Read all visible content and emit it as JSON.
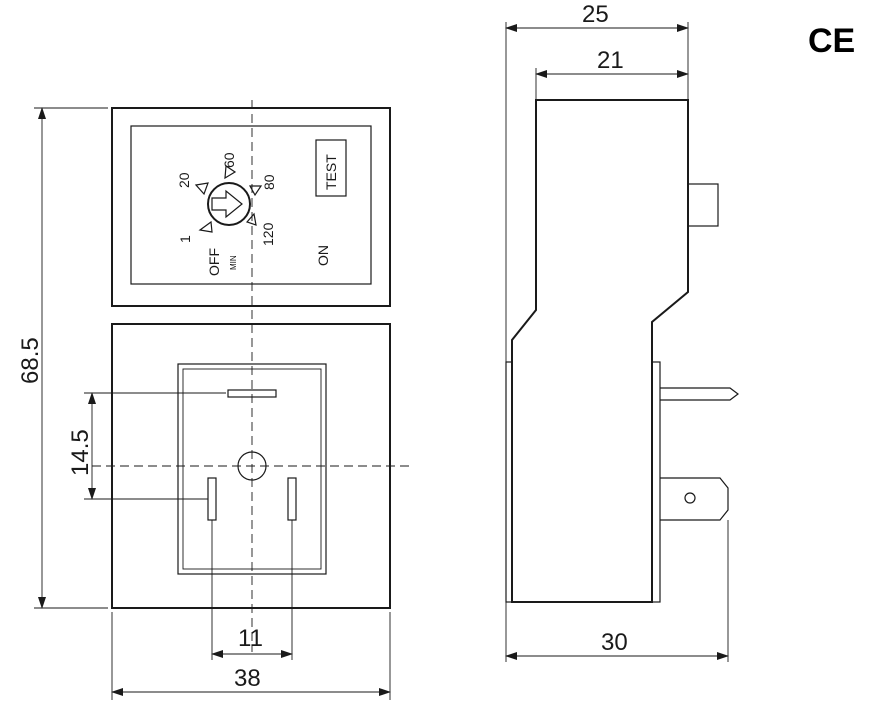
{
  "marks": {
    "ce": "CE"
  },
  "front_view": {
    "dial": {
      "labels": [
        "1",
        "20",
        "60",
        "80",
        "120"
      ],
      "off": "OFF",
      "min": "MIN"
    },
    "test_button": "TEST",
    "on_label": "ON"
  },
  "dimensions": {
    "height_total": "68.5",
    "pin_spacing_vertical": "14.5",
    "pin_spacing_horizontal": "11",
    "width_front": "38",
    "width_side_top": "25",
    "width_side_inner": "21",
    "depth_side": "30"
  }
}
